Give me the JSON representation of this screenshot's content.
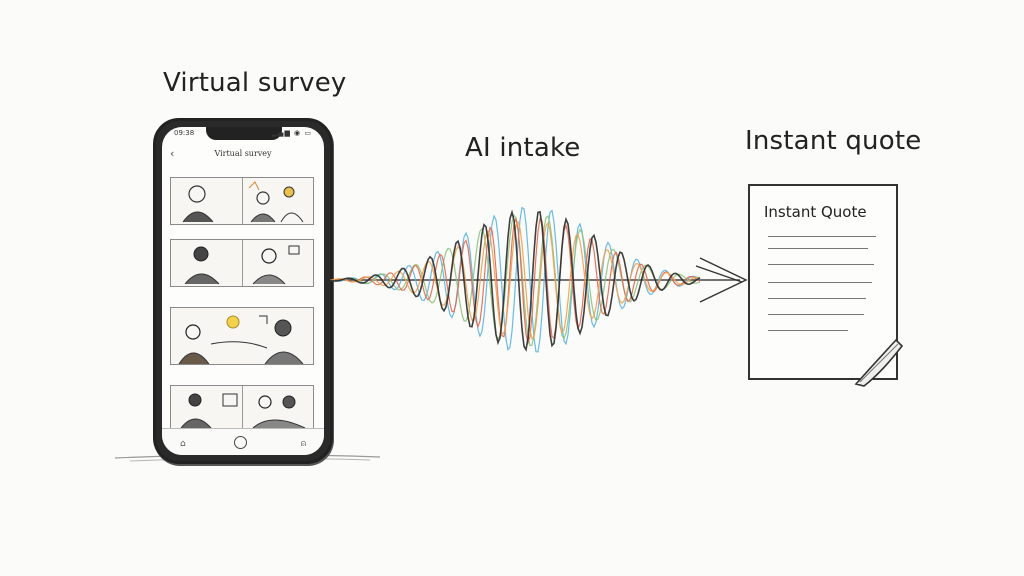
{
  "labels": {
    "virtual_survey": "Virtual survey",
    "ai_intake": "AI intake",
    "instant_quote": "Instant quote"
  },
  "phone": {
    "screen_title": "Virtual survey",
    "status_time": "09:38",
    "status_icons": "▂▄▆ ◉ ▭",
    "back_icon": "‹",
    "nav_left_icon": "⌂",
    "nav_right_icon": "⍝"
  },
  "quote_sheet": {
    "title": "Instant Quote"
  },
  "colors": {
    "ink": "#222222",
    "wave_blue": "#5ab4e0",
    "wave_green": "#8cc37a",
    "wave_red": "#e0674f",
    "wave_orange": "#f0a04a",
    "wave_dark": "#2b2b2b"
  },
  "icons": [
    "phone-icon",
    "arrow-right-icon",
    "document-icon",
    "waveform-icon"
  ]
}
